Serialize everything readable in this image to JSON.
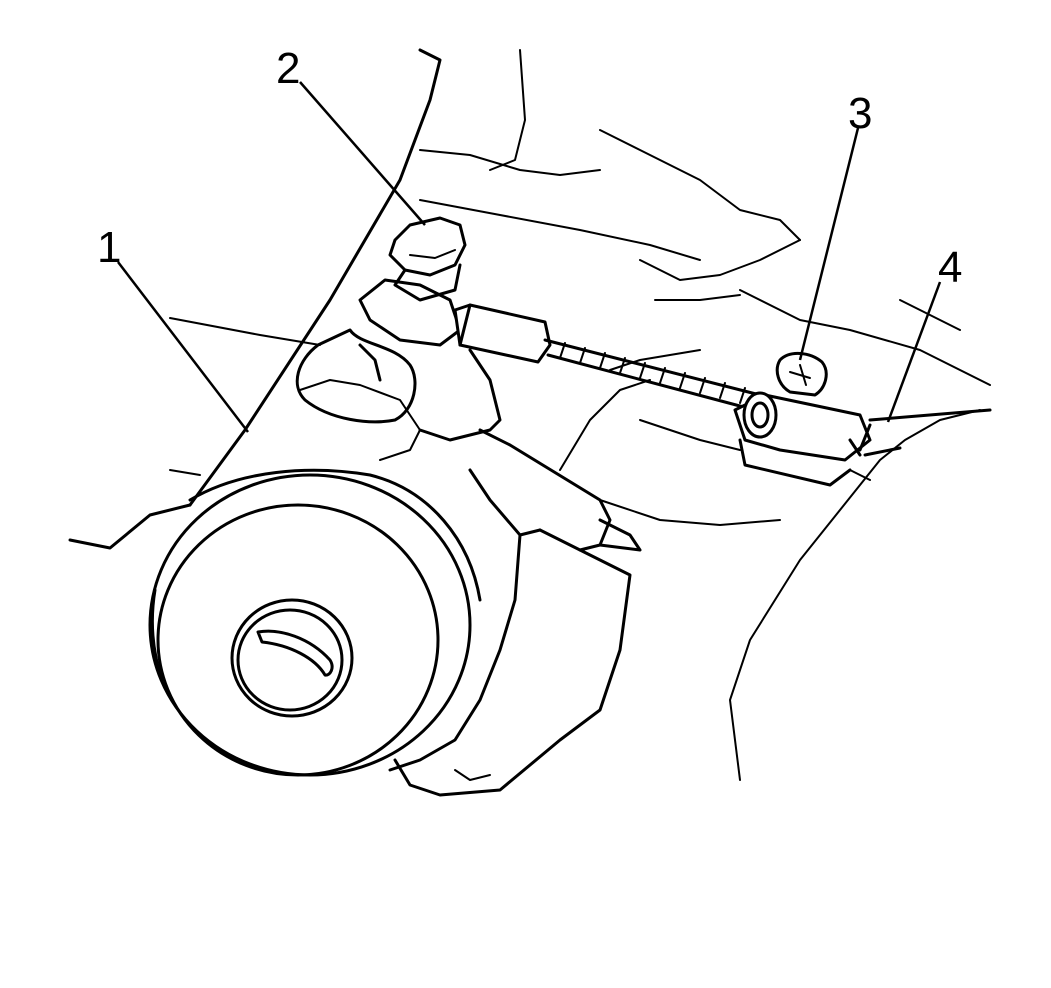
{
  "callouts": [
    {
      "id": "1",
      "text": "1"
    },
    {
      "id": "2",
      "text": "2"
    },
    {
      "id": "3",
      "text": "3"
    },
    {
      "id": "4",
      "text": "4"
    }
  ],
  "colors": {
    "background": "#ffffff",
    "line": "#000000"
  }
}
